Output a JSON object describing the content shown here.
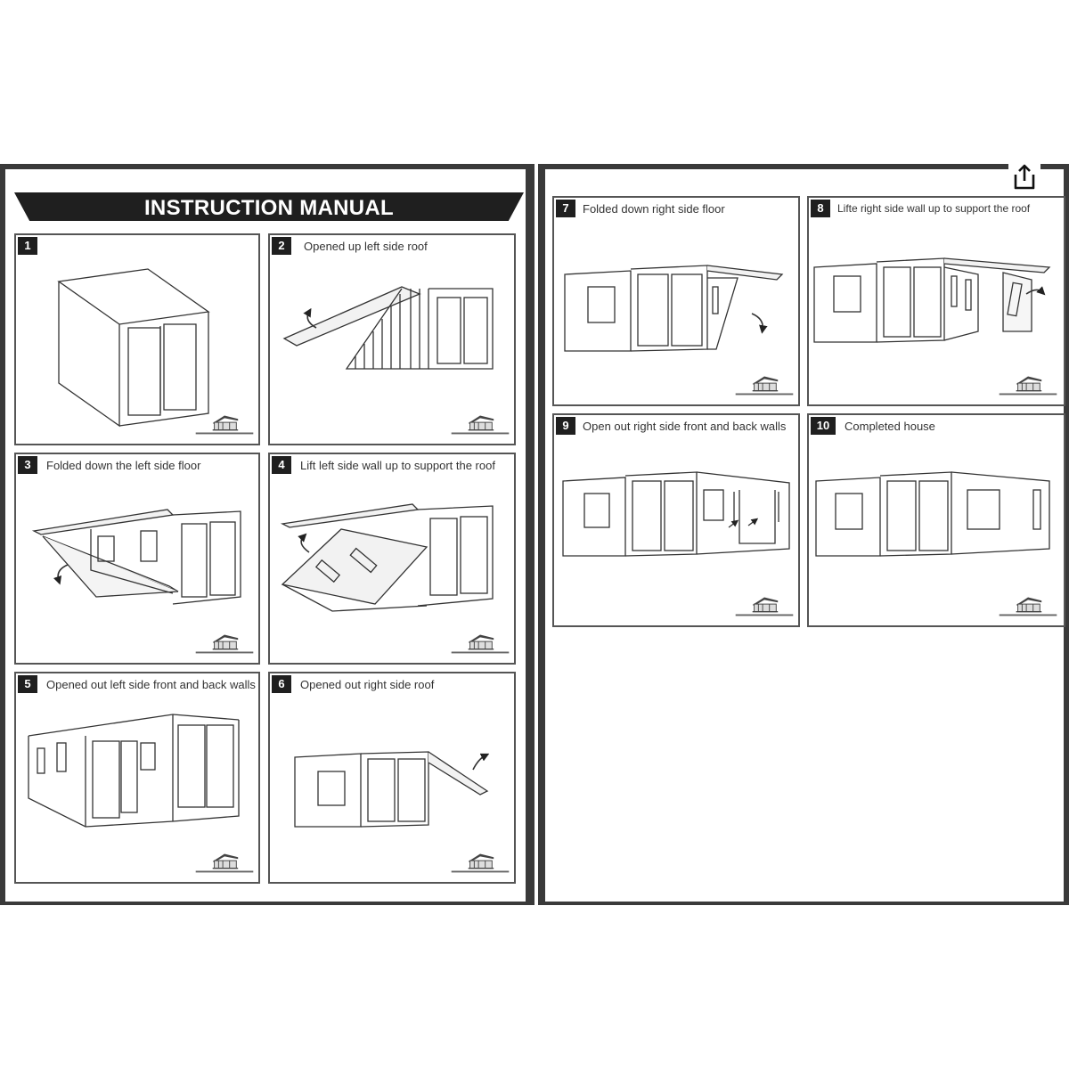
{
  "manual": {
    "title": "INSTRUCTION MANUAL",
    "steps": [
      {
        "number": "1",
        "caption": ""
      },
      {
        "number": "2",
        "caption": "Opened up left side roof"
      },
      {
        "number": "3",
        "caption": "Folded down the left side floor"
      },
      {
        "number": "4",
        "caption": "Lift left side wall up to support the roof"
      },
      {
        "number": "5",
        "caption": "Opened out left side front and back walls"
      },
      {
        "number": "6",
        "caption": "Opened out right side roof"
      },
      {
        "number": "7",
        "caption": "Folded down right side floor"
      },
      {
        "number": "8",
        "caption": "Lifte right side wall up to support the roof"
      },
      {
        "number": "9",
        "caption": "Open out right side front and back walls"
      },
      {
        "number": "10",
        "caption": "Completed house"
      }
    ]
  },
  "share_icon": {
    "name": "share-icon"
  },
  "colors": {
    "frame": "#3a3a3a",
    "banner": "#1f1f1f",
    "line": "#333333"
  }
}
